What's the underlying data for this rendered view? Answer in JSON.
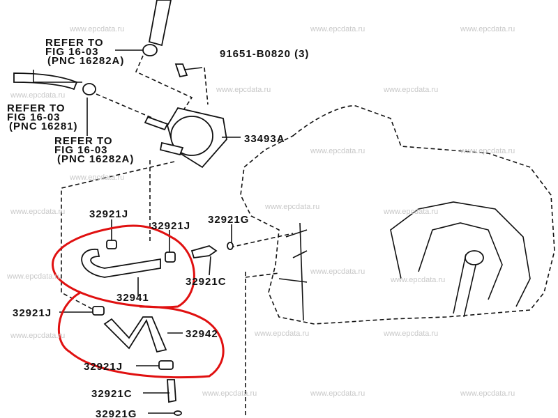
{
  "watermark": "www.epcdata.ru",
  "labels": {
    "refer1": [
      "REFER TO",
      "FIG 16-03",
      "(PNC 16282A)"
    ],
    "refer2": [
      "REFER TO",
      "FIG 16-03",
      "(PNC 16281)"
    ],
    "refer3": [
      "REFER TO",
      "FIG 16-03",
      "(PNC 16282A)"
    ],
    "bolt": "91651-B0820 (3)",
    "cover": "33493A",
    "clamp_a": "32921J",
    "clamp_b": "32921J",
    "gasket_a": "32921G",
    "hose_a": "32941",
    "union_a": "32921C",
    "clamp_c": "32921J",
    "hose_b": "32942",
    "clamp_d": "32921J",
    "union_b": "32921C",
    "gasket_b": "32921G"
  },
  "colors": {
    "highlight": "#e01010",
    "line": "#111111",
    "watermark": "#c8c8c8"
  }
}
